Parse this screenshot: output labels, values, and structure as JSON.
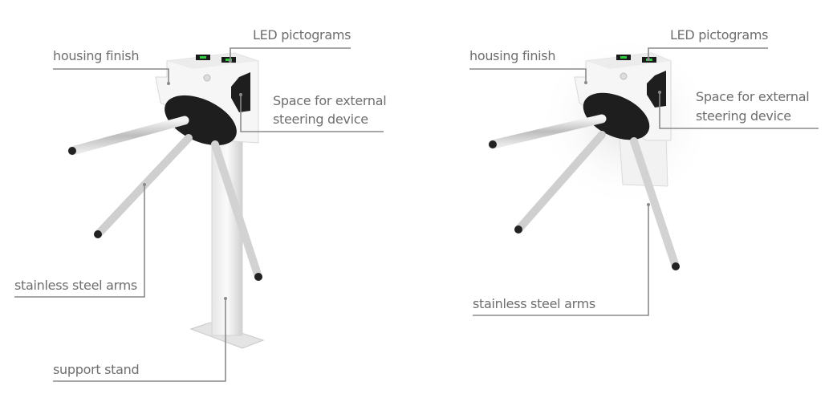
{
  "left_product": {
    "labels": {
      "led": "LED pictograms",
      "housing": "housing finish",
      "space_line1": "Space for external",
      "space_line2": "steering device",
      "arms": "stainless steel arms",
      "stand": "support stand"
    }
  },
  "right_product": {
    "labels": {
      "led": "LED pictograms",
      "housing": "housing finish",
      "space_line1": "Space for external",
      "space_line2": "steering device",
      "arms": "stainless steel arms"
    }
  },
  "colors": {
    "text": "#6e6e6e",
    "leader": "#8a8a8a",
    "led": "#2ecc40",
    "rotor": "#1e1e1e"
  }
}
